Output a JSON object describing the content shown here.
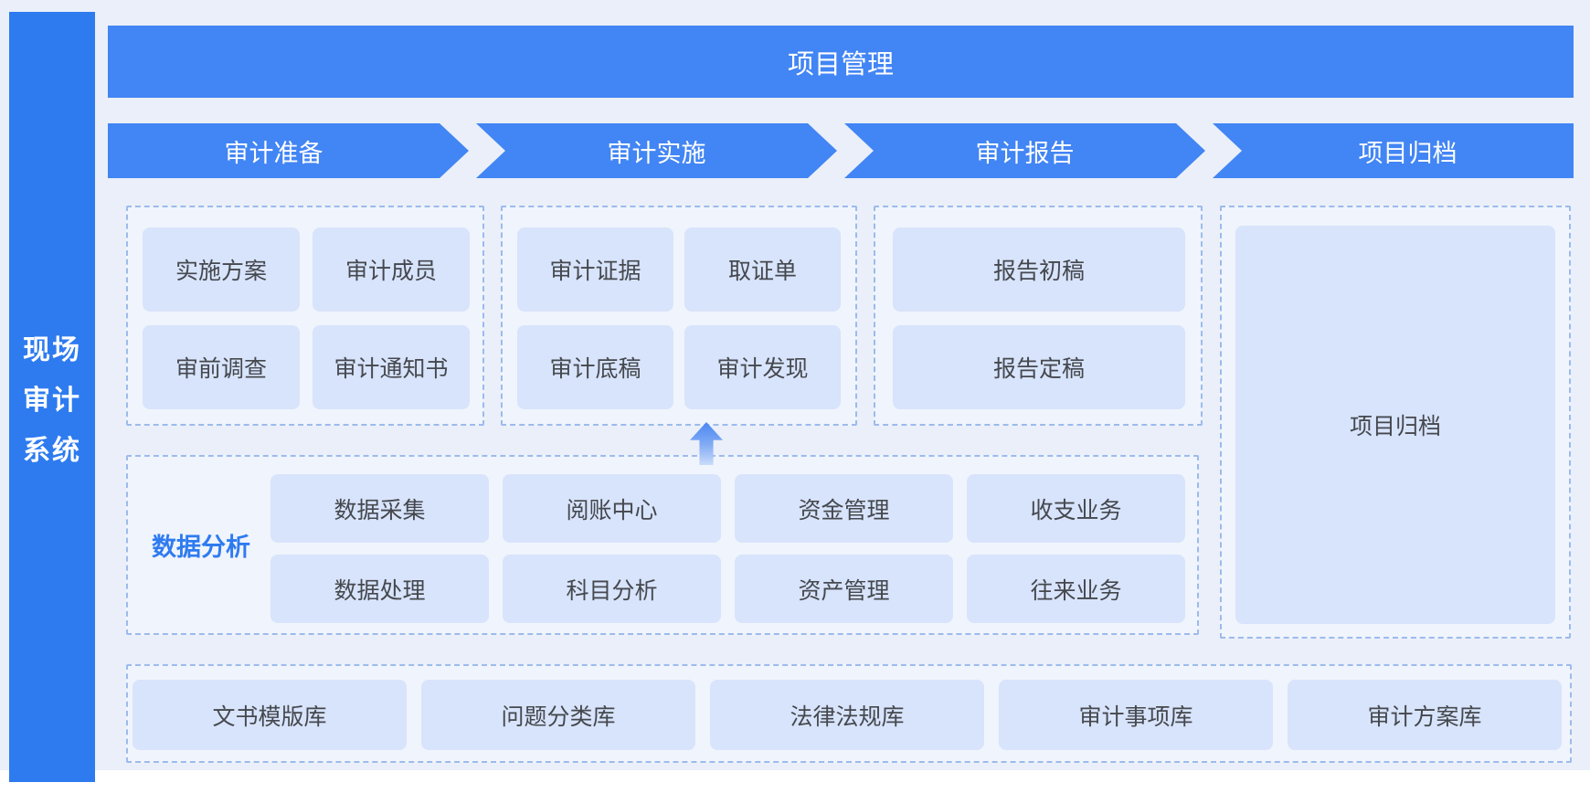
{
  "sidebar": {
    "title_lines": [
      "现场",
      "审计",
      "系统"
    ]
  },
  "banner": {
    "title": "项目管理"
  },
  "phases": [
    {
      "label": "审计准备",
      "items": [
        "实施方案",
        "审计成员",
        "审前调查",
        "审计通知书"
      ]
    },
    {
      "label": "审计实施",
      "items": [
        "审计证据",
        "取证单",
        "审计底稿",
        "审计发现"
      ]
    },
    {
      "label": "审计报告",
      "items": [
        "报告初稿",
        "报告定稿"
      ]
    },
    {
      "label": "项目归档",
      "items": [
        "项目归档"
      ]
    }
  ],
  "analysis": {
    "label": "数据分析",
    "row1": [
      "数据采集",
      "阅账中心",
      "资金管理",
      "收支业务"
    ],
    "row2": [
      "数据处理",
      "科目分析",
      "资产管理",
      "往来业务"
    ]
  },
  "libraries": [
    "文书模版库",
    "问题分类库",
    "法律法规库",
    "审计事项库",
    "审计方案库"
  ],
  "icons": {
    "up_arrow": "up-arrow"
  },
  "colors": {
    "primary-blue": "#4285f4",
    "sidebar-blue": "#2e7bf0",
    "tile-fill": "#d8e4fb",
    "dashed-border": "#9cbbec",
    "box-fill": "#f0f4fc",
    "canvas-bg": "#eaeff9",
    "tile-text": "#45484e",
    "analysis-label": "#2e7bf0"
  }
}
